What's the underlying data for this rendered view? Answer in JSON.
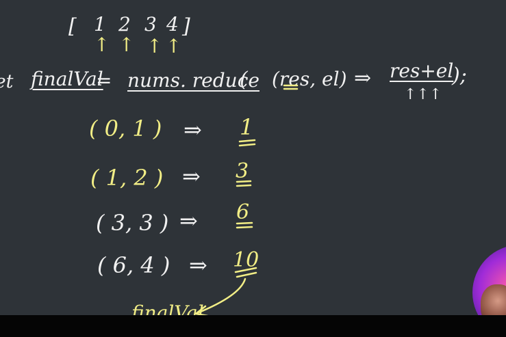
{
  "array": {
    "open_bracket": "[",
    "items": [
      "1",
      "2",
      "3",
      "4"
    ],
    "close_bracket": "]",
    "pointer_glyph": "↑"
  },
  "statement": {
    "keyword": "let",
    "var_name": "finalVal",
    "equals": "=",
    "callee": "nums. reduce",
    "open_paren": "(",
    "params": "(res, el)",
    "arrow": "⇒",
    "body": "res+el",
    "close": ");",
    "under_marks": "↑↑↑"
  },
  "steps": [
    {
      "args": "( 0, 1 )",
      "arrow": "⇒",
      "result": "1"
    },
    {
      "args": "( 1, 2 )",
      "arrow": "⇒",
      "result": "3"
    },
    {
      "args": "( 3, 3 )",
      "arrow": "⇒",
      "result": "6"
    },
    {
      "args": "( 6, 4 )",
      "arrow": "⇒",
      "result": "10"
    }
  ],
  "final_label": "finalVal",
  "colors": {
    "background": "#2e3338",
    "chalk_white": "#f1f1f1",
    "chalk_yellow": "#f2ee86"
  }
}
